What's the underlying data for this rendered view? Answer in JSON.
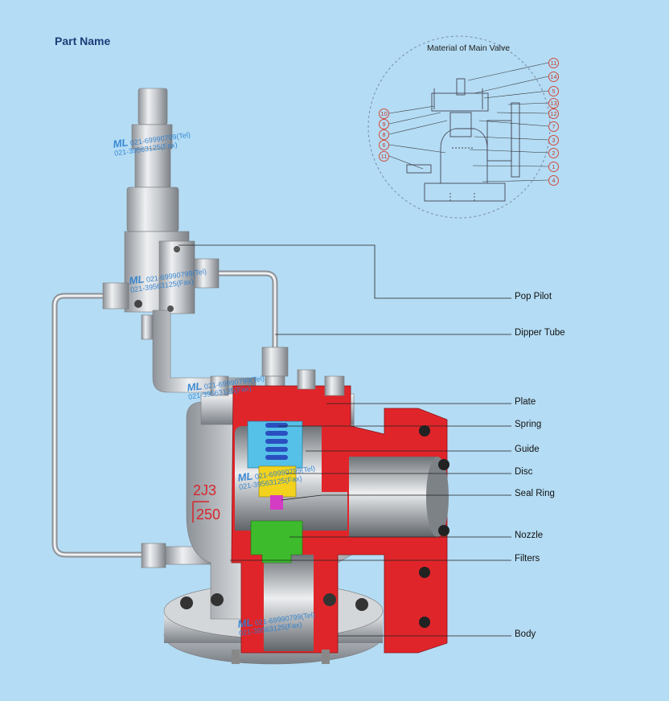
{
  "header": {
    "title": "Part Name"
  },
  "inset": {
    "title": "Material of Main Valve",
    "right_numbers": [
      "11",
      "14",
      "5",
      "13",
      "12",
      "7",
      "3",
      "2",
      "1",
      "4"
    ],
    "left_numbers": [
      "10",
      "9",
      "8",
      "6",
      "11"
    ]
  },
  "labels": [
    "Pop Pilot",
    "Dipper Tube",
    "Plate",
    "Spring",
    "Guide",
    "Disc",
    "Seal Ring",
    "Nozzle",
    "Filters",
    "Body"
  ],
  "body_markings": {
    "line1": "2J3",
    "line2": "250"
  },
  "watermark": {
    "brand": "ML",
    "tel": "021-69990799(Tel)",
    "fax": "021-39563125(Fax)"
  },
  "colors": {
    "background": "#b4dcf4",
    "body_section": "#e0252a",
    "spring": "#2a4fc0",
    "guide": "#55c0e8",
    "disc": "#f2d21c",
    "nozzle": "#3dbb2c",
    "seal_ring": "#d43cc4",
    "title": "#1d3c78"
  }
}
